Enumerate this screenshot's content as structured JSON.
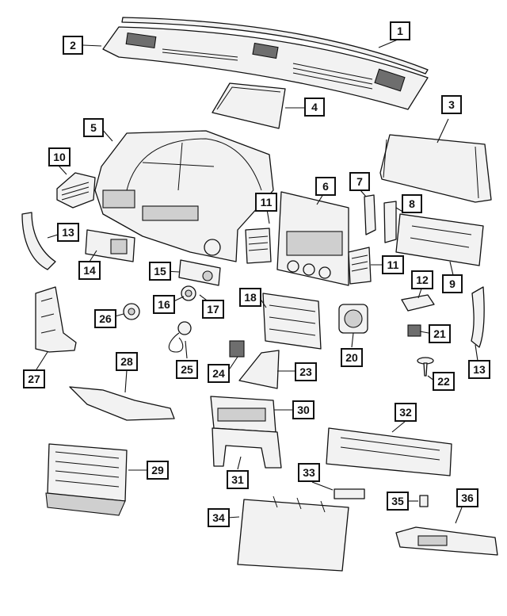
{
  "callouts": [
    {
      "id": "1",
      "label": "1"
    },
    {
      "id": "2",
      "label": "2"
    },
    {
      "id": "3",
      "label": "3"
    },
    {
      "id": "4",
      "label": "4"
    },
    {
      "id": "5",
      "label": "5"
    },
    {
      "id": "6",
      "label": "6"
    },
    {
      "id": "7",
      "label": "7"
    },
    {
      "id": "8",
      "label": "8"
    },
    {
      "id": "9",
      "label": "9"
    },
    {
      "id": "10",
      "label": "10"
    },
    {
      "id": "11a",
      "label": "11"
    },
    {
      "id": "11b",
      "label": "11"
    },
    {
      "id": "12",
      "label": "12"
    },
    {
      "id": "13a",
      "label": "13"
    },
    {
      "id": "13b",
      "label": "13"
    },
    {
      "id": "14",
      "label": "14"
    },
    {
      "id": "15",
      "label": "15"
    },
    {
      "id": "16",
      "label": "16"
    },
    {
      "id": "17",
      "label": "17"
    },
    {
      "id": "18",
      "label": "18"
    },
    {
      "id": "20",
      "label": "20"
    },
    {
      "id": "21",
      "label": "21"
    },
    {
      "id": "22",
      "label": "22"
    },
    {
      "id": "23",
      "label": "23"
    },
    {
      "id": "24",
      "label": "24"
    },
    {
      "id": "25",
      "label": "25"
    },
    {
      "id": "26",
      "label": "26"
    },
    {
      "id": "27",
      "label": "27"
    },
    {
      "id": "28",
      "label": "28"
    },
    {
      "id": "29",
      "label": "29"
    },
    {
      "id": "30",
      "label": "30"
    },
    {
      "id": "31",
      "label": "31"
    },
    {
      "id": "32",
      "label": "32"
    },
    {
      "id": "33",
      "label": "33"
    },
    {
      "id": "34",
      "label": "34"
    },
    {
      "id": "35",
      "label": "35"
    },
    {
      "id": "36",
      "label": "36"
    }
  ]
}
